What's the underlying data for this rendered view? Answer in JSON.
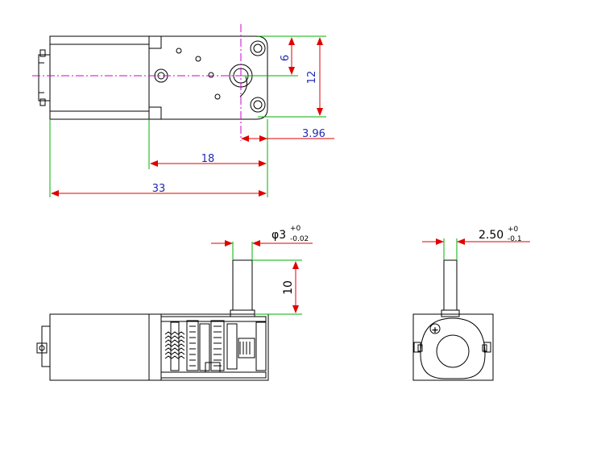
{
  "colors": {
    "outline": "#000000",
    "extension_line": "#00b000",
    "dimension_line": "#e00000",
    "centerline": "#d000d0",
    "dimension_text": "#1f2bb3"
  },
  "top_view": {
    "dim_height_small": "6",
    "dim_height_total": "12",
    "dim_offset": "3.96",
    "dim_gearbox_length": "18",
    "dim_total_length": "33"
  },
  "front_view": {
    "shaft_diameter_symbol": "φ",
    "shaft_diameter": "3",
    "shaft_diameter_tol_upper": "+0",
    "shaft_diameter_tol_lower": "-0.02",
    "shaft_length": "10"
  },
  "side_view": {
    "flat_width": "2.50",
    "flat_width_tol_upper": "+0",
    "flat_width_tol_lower": "-0.1",
    "polarity_mark": "+"
  }
}
